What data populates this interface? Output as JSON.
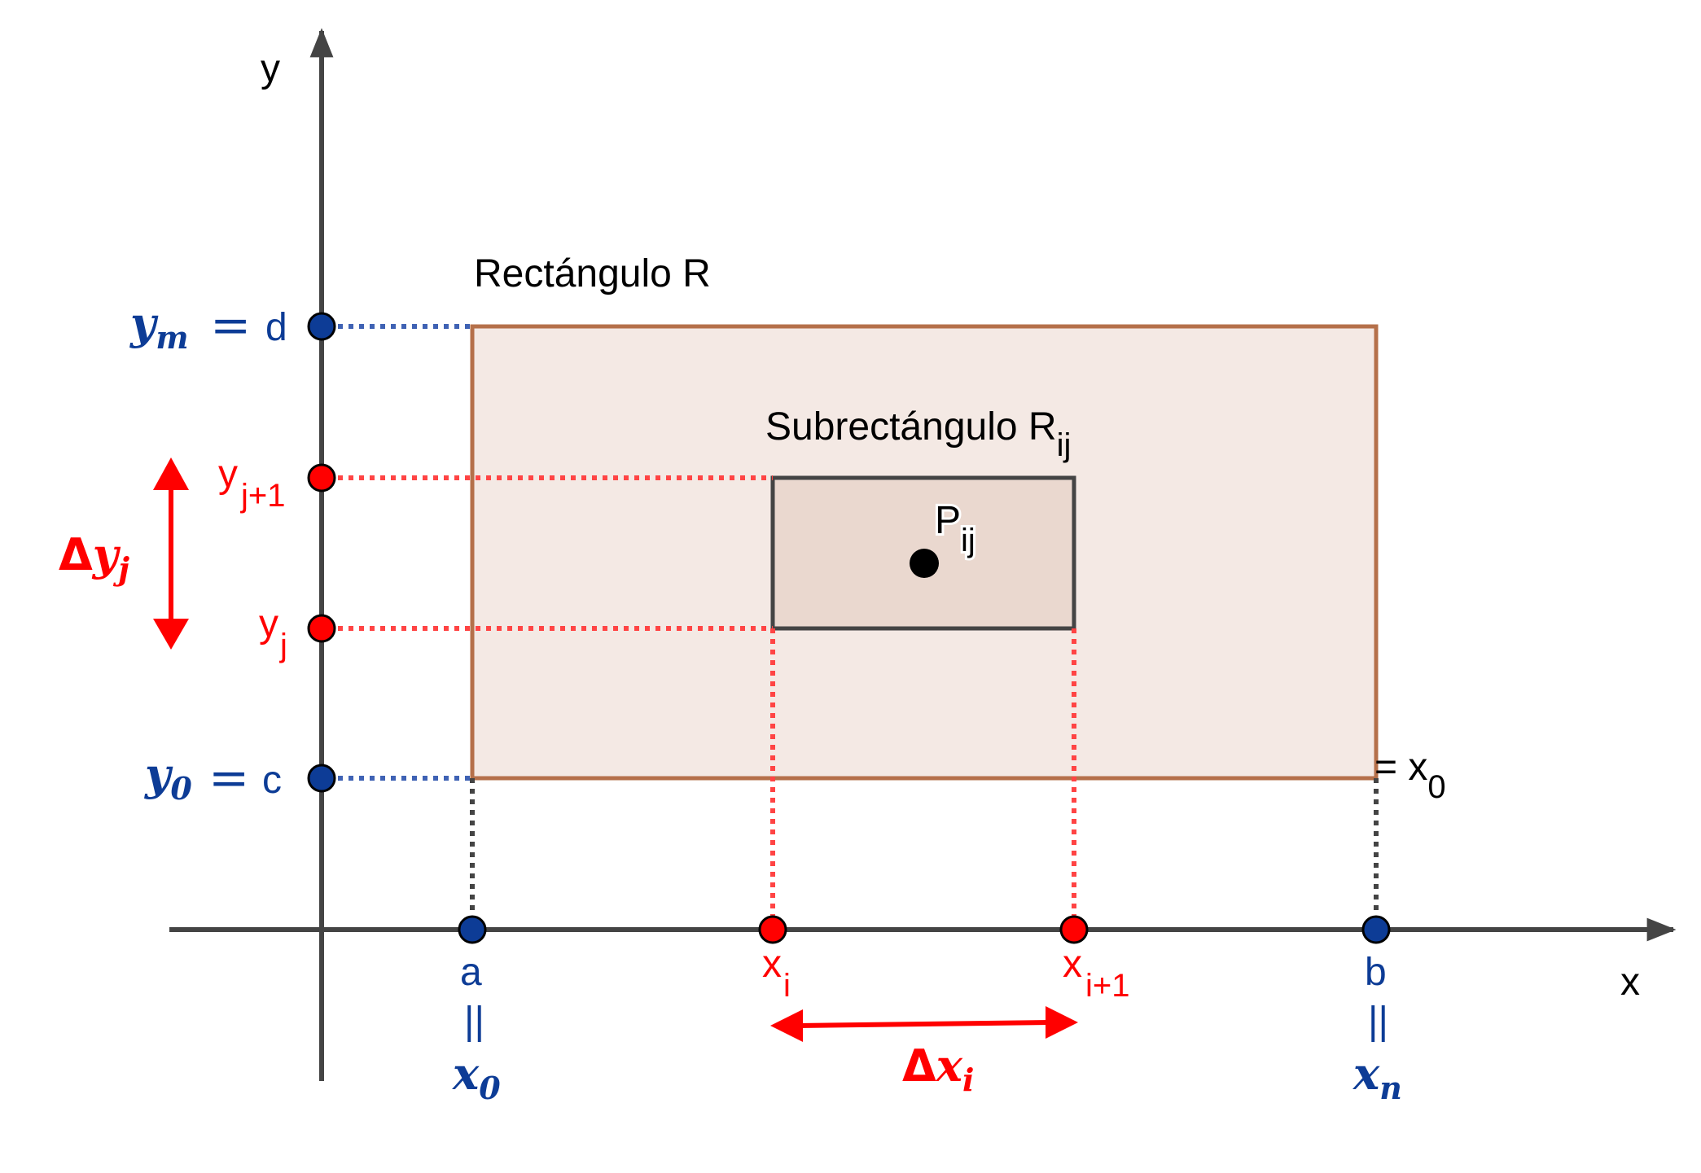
{
  "axes": {
    "x_label": "x",
    "y_label": "y"
  },
  "rectangle": {
    "title": "Rectángulo R"
  },
  "subrectangle": {
    "title": "Subrectángulo R",
    "title_sub": "ij",
    "point_label": "P",
    "point_sub": "ij"
  },
  "y_points": {
    "ym_var": "y",
    "ym_sub": "m",
    "ym_eq": "=",
    "ym_val": "d",
    "yj1_var": "y",
    "yj1_sub": "j+1",
    "yj_var": "y",
    "yj_sub": "j",
    "y0_var": "y",
    "y0_sub": "0",
    "y0_eq": "=",
    "y0_val": "c"
  },
  "x_points": {
    "a_label": "a",
    "a_bar": "||",
    "x0_var": "x",
    "x0_sub": "0",
    "xi_var": "x",
    "xi_sub": "i",
    "xi1_var": "x",
    "xi1_sub": "i+1",
    "b_label": "b",
    "b_bar": "||",
    "xn_var": "x",
    "xn_sub": "n"
  },
  "stray_label": {
    "text": "= x",
    "sub": "0"
  },
  "deltas": {
    "dy_symbol": "Δ",
    "dy_var": "y",
    "dy_sub": "j",
    "dx_symbol": "Δ",
    "dx_var": "x",
    "dx_sub": "i"
  },
  "colors": {
    "blue_point": "#0d3c96",
    "red_point": "#ff0000",
    "rect_stroke": "#b5704a",
    "rect_fill": "#f4e9e4",
    "subrect_fill": "#ead8cf",
    "axis": "#444444"
  }
}
